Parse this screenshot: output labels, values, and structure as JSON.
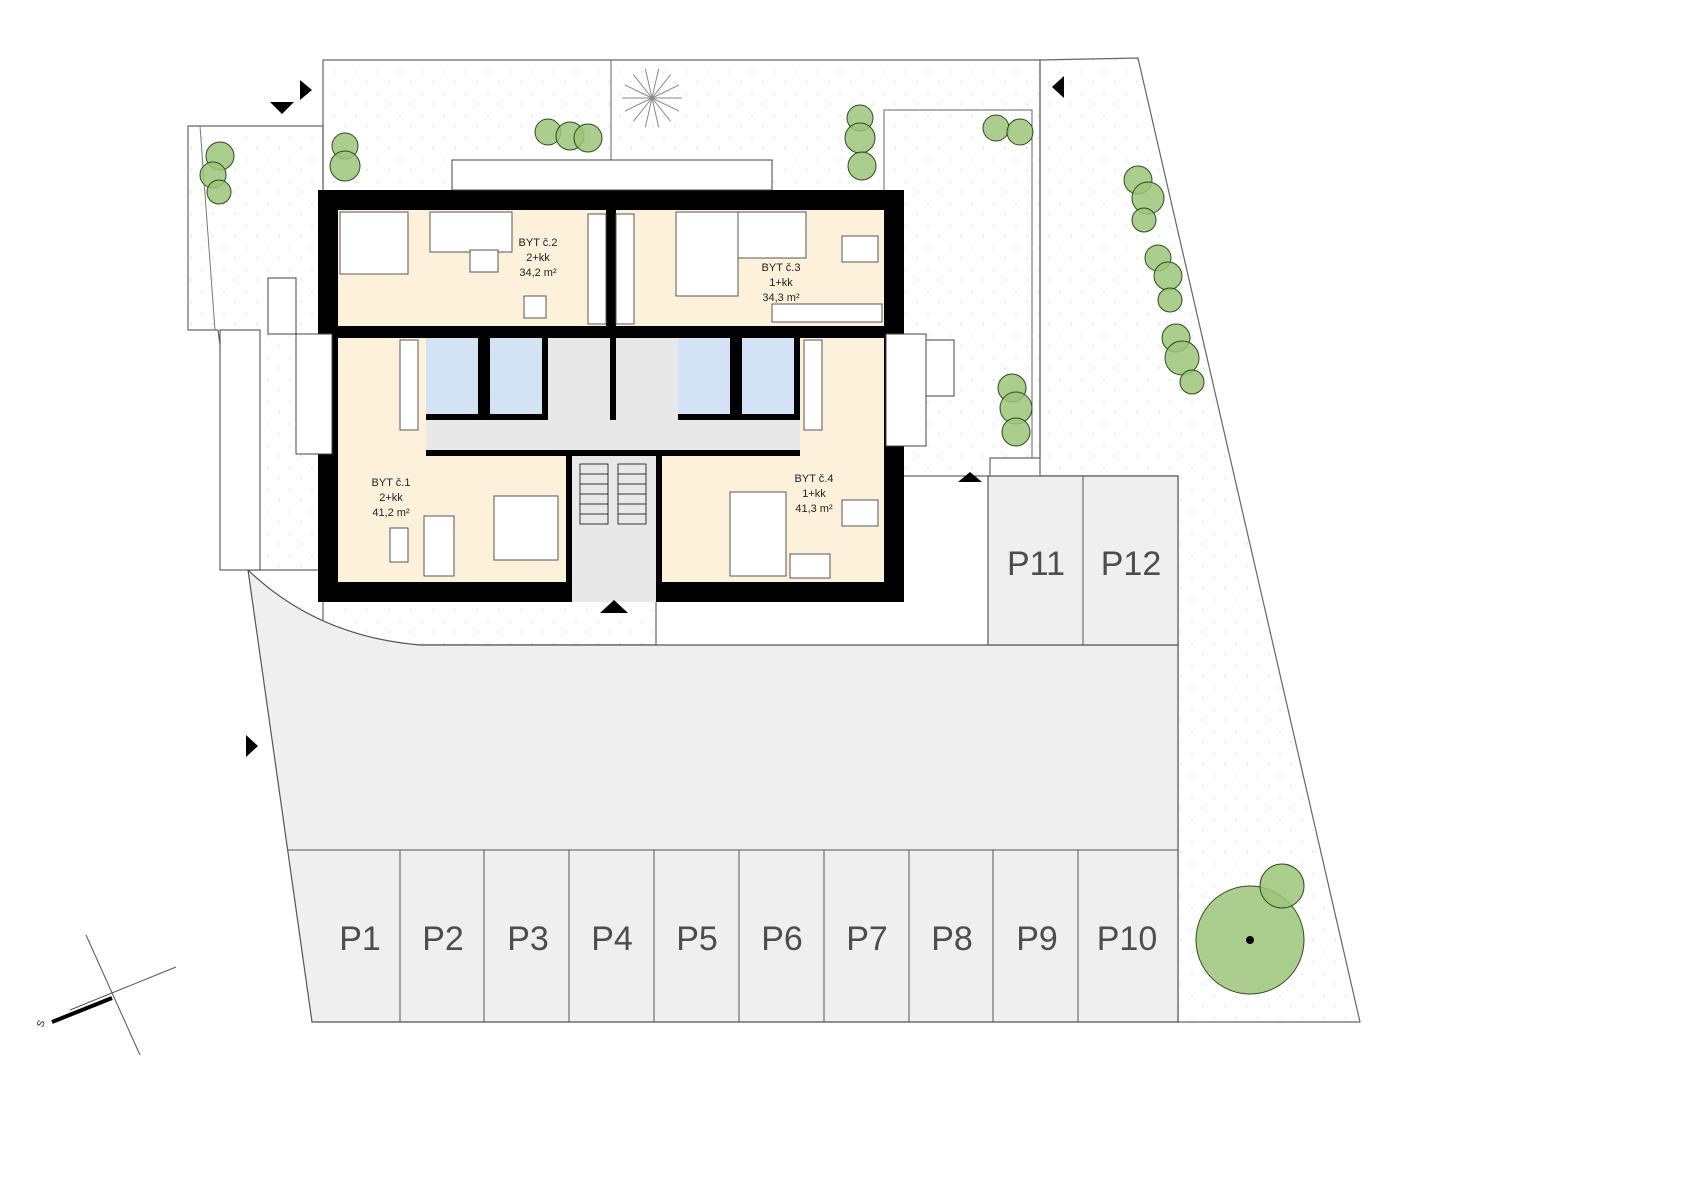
{
  "apartments": [
    {
      "name": "BYT č.1",
      "layout": "2+kk",
      "area": "41,2 m²"
    },
    {
      "name": "BYT č.2",
      "layout": "2+kk",
      "area": "34,2 m²"
    },
    {
      "name": "BYT č.3",
      "layout": "1+kk",
      "area": "34,3 m²"
    },
    {
      "name": "BYT č.4",
      "layout": "1+kk",
      "area": "41,3 m²"
    }
  ],
  "parking": [
    "P1",
    "P2",
    "P3",
    "P4",
    "P5",
    "P6",
    "P7",
    "P8",
    "P9",
    "P10",
    "P11",
    "P12"
  ],
  "north_arrow": {
    "label": "S"
  },
  "colors": {
    "wall": "#000000",
    "room": "#fdf1dc",
    "bathroom": "#d3e3f5",
    "corridor": "#e8e8e8",
    "parking": "#efefef",
    "tree_fill": "#9cc47a",
    "tree_stroke": "#2f4a1f",
    "ground": "#ffffff"
  }
}
